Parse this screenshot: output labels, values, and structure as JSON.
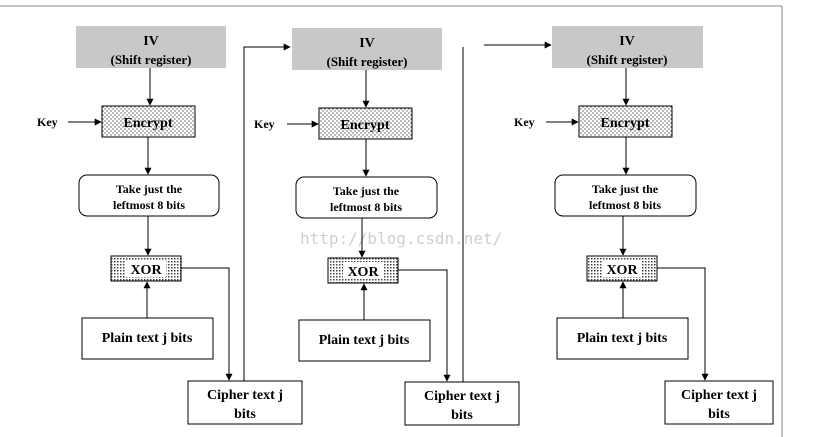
{
  "colors": {
    "iv_fill": "#c8c8c8",
    "line": "#000000",
    "frame": "#888888",
    "watermark": "#cfcfcf"
  },
  "watermark": "http://blog.csdn.net/",
  "stages": [
    {
      "iv_title": "IV",
      "iv_subtitle": "(Shift register)",
      "key_label": "Key",
      "encrypt_label": "Encrypt",
      "take_line1": "Take just the",
      "take_line2": "leftmost 8 bits",
      "xor_label": "XOR",
      "plain_label": "Plain text j bits",
      "cipher_line1": "Cipher text j",
      "cipher_line2": "bits"
    },
    {
      "iv_title": "IV",
      "iv_subtitle": "(Shift register)",
      "key_label": "Key",
      "encrypt_label": "Encrypt",
      "take_line1": "Take just the",
      "take_line2": "leftmost 8 bits",
      "xor_label": "XOR",
      "plain_label": "Plain text j bits",
      "cipher_line1": "Cipher text j",
      "cipher_line2": "bits"
    },
    {
      "iv_title": "IV",
      "iv_subtitle": "(Shift register)",
      "key_label": "Key",
      "encrypt_label": "Encrypt",
      "take_line1": "Take just the",
      "take_line2": "leftmost 8 bits",
      "xor_label": "XOR",
      "plain_label": "Plain text j bits",
      "cipher_line1": "Cipher text j",
      "cipher_line2": "bits"
    }
  ]
}
